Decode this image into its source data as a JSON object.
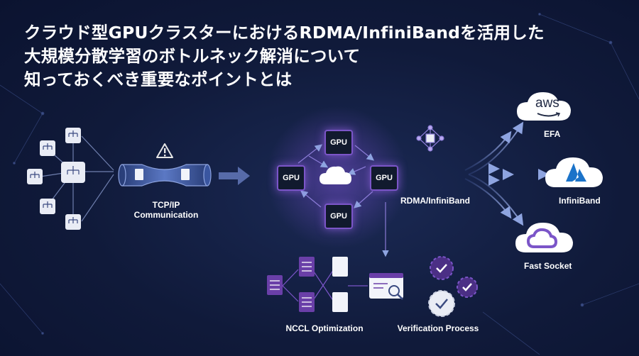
{
  "title": {
    "line1": "クラウド型GPUクラスターにおけるRDMA/InfiniBandを活用した",
    "line2": "大規模分散学習のボトルネック解消について",
    "line3": "知っておくべき重要なポイントとは"
  },
  "labels": {
    "tcp": "TCP/IP",
    "communication": "Communication",
    "rdma": "RDMA/InfiniBand",
    "nccl": "NCCL Optimization",
    "verification": "Verification Process"
  },
  "gpu_label": "GPU",
  "providers": [
    {
      "logo": "aws",
      "label": "EFA"
    },
    {
      "logo": "azure",
      "label": "InfiniBand"
    },
    {
      "logo": "gcp",
      "label": "Fast Socket"
    }
  ],
  "colors": {
    "background": "#101a3a",
    "accent_purple": "#7b55c8",
    "flow_blue": "#6f86c9",
    "warning": "#e6e6e6"
  },
  "icons": [
    "network-tree-icon",
    "warning-icon",
    "pipe-icon",
    "cloud-icon",
    "cube-network-icon",
    "document-icon",
    "search-window-icon",
    "gear-check-icon",
    "aws-logo",
    "azure-logo",
    "gcp-logo"
  ]
}
